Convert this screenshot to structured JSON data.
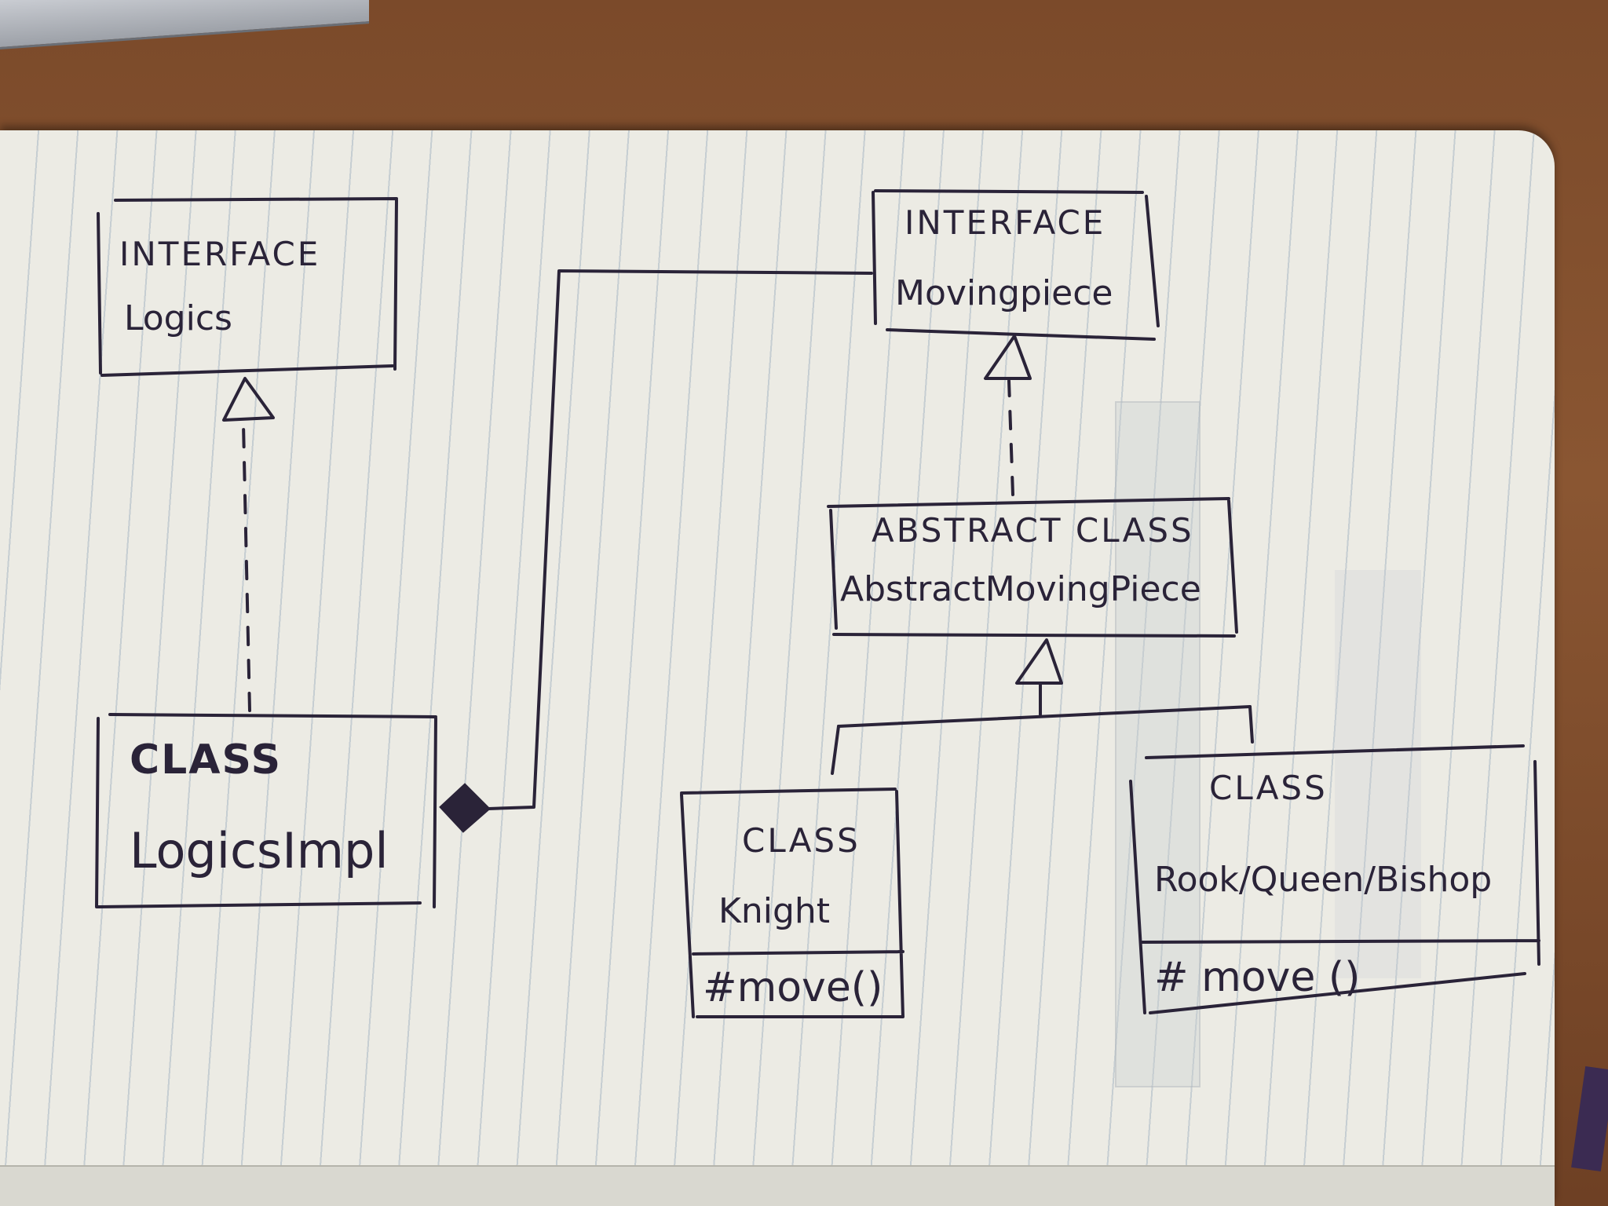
{
  "nodes": {
    "logics_interface": {
      "stereotype": "INTERFACE",
      "name": "Logics"
    },
    "moving_piece_interface": {
      "stereotype": "INTERFACE",
      "name": "Movingpiece"
    },
    "abstract_moving_piece": {
      "stereotype": "ABSTRACT CLASS",
      "name": "AbstractMovingPiece"
    },
    "logics_impl": {
      "stereotype": "CLASS",
      "name": "LogicsImpl"
    },
    "knight": {
      "stereotype": "CLASS",
      "name": "Knight",
      "member": "#move()"
    },
    "rook_queen_bishop": {
      "stereotype": "CLASS",
      "name": "Rook/Queen/Bishop",
      "member": "# move ()"
    }
  },
  "edges": [
    {
      "from": "logics_impl",
      "to": "logics_interface",
      "kind": "realization"
    },
    {
      "from": "abstract_moving_piece",
      "to": "moving_piece_interface",
      "kind": "realization"
    },
    {
      "from": "knight",
      "to": "abstract_moving_piece",
      "kind": "generalization"
    },
    {
      "from": "rook_queen_bishop",
      "to": "abstract_moving_piece",
      "kind": "generalization"
    },
    {
      "from": "logics_impl",
      "to": "moving_piece_interface",
      "kind": "composition"
    }
  ],
  "colors": {
    "ink": "#2a2338",
    "paper": "#ecebe4",
    "rule_lines": "#b9c4cc",
    "desk": "#7b4a2a"
  }
}
